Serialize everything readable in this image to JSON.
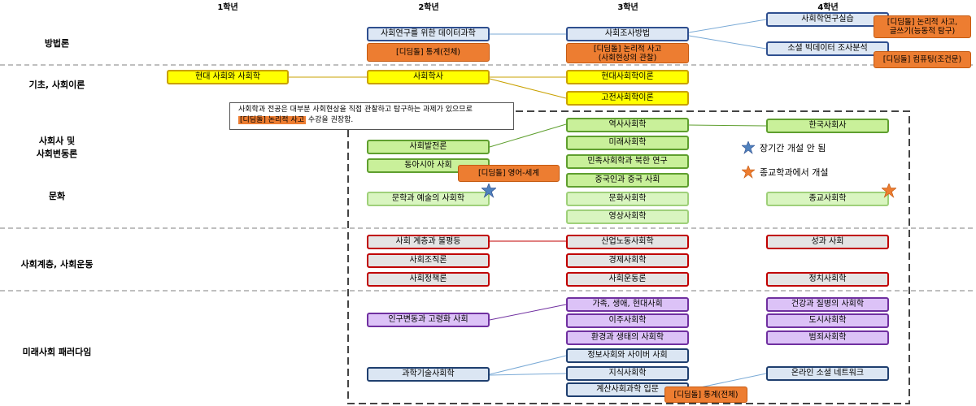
{
  "years": [
    "1학년",
    "2학년",
    "3학년",
    "4학년"
  ],
  "categories": [
    "방법론",
    "기초, 사회이론",
    "사회사 및\n사회변동론",
    "문화",
    "사회계층, 사회운동",
    "미래사회 패러다임"
  ],
  "colors": {
    "divider": "#999999",
    "line_blue": "#7aaad6",
    "line_gold": "#c9a100",
    "line_green": "#5f9f2f",
    "line_red": "#c00000",
    "line_purple": "#7030a0",
    "star_blue": "#4f81bd",
    "star_orange": "#ed7d31"
  },
  "courses": {
    "data_science": "사회연구를 위한 데이터과학",
    "social_survey": "사회조사방법",
    "research_practice": "사회학연구실습",
    "social_bigdata": "소셜 빅데이터 조사분석",
    "modern_society": "현대 사회와 사회학",
    "sociology": "사회학사",
    "modern_theory": "현대사회학이론",
    "classical_theory": "고전사회학이론",
    "historical": "역사사회학",
    "future": "미래사회학",
    "nationalism": "민족사회학과 북한 연구",
    "china": "중국인과 중국 사회",
    "korean_society": "한국사회사",
    "development": "사회발전론",
    "east_asia": "동아시아 사회",
    "literature_art": "문학과 예술의 사회학",
    "cultural": "문화사회학",
    "visual": "영상사회학",
    "religion": "종교사회학",
    "stratification": "사회 계층과 불평등",
    "organization": "사회조직론",
    "policy": "사회정책론",
    "industrial_labor": "산업노동사회학",
    "economic": "경제사회학",
    "movement": "사회운동론",
    "gender": "성과 사회",
    "political": "정치사회학",
    "population": "인구변동과 고령화 사회",
    "family": "가족, 생애, 현대사회",
    "migration": "이주사회학",
    "environment": "환경과 생태의 사회학",
    "information": "정보사회와 사이버 사회",
    "knowledge": "지식사회학",
    "technology": "과학기술사회학",
    "computational": "계산사회과학 입문",
    "health": "건강과 질병의 사회학",
    "urban": "도시사회학",
    "crime": "범죄사회학",
    "online_network": "온라인 소셜 네트워크"
  },
  "digdeul": {
    "statistics_1": "[디딤돌] 통계(전체)",
    "logic_social": [
      "[디딤돌] 논리적 사고",
      "(사회현상의 관찰)"
    ],
    "logic_writing": [
      "[디딤돌] 논리적 사고,",
      "글쓰기(능동적 탐구)"
    ],
    "computing": "[디딤돌] 컴퓨팅(조건문)",
    "english": "[디딤돌] 영어-세계",
    "statistics_2": "[디딤돌] 통계(전체)"
  },
  "note": {
    "line1": "사회학과 전공은 대부분 사회현상을 직접 관찰하고 탐구하는 과제가 있으므로",
    "highlight": "[디딤돌] 논리적 사고",
    "line2_suffix": "수강을 권장함."
  },
  "legend": {
    "not_offered": {
      "label": "장기간 개설 안 됨",
      "icon": "blue-star-icon"
    },
    "religion_dept": {
      "label": "종교학과에서 개설",
      "icon": "orange-star-icon"
    }
  }
}
